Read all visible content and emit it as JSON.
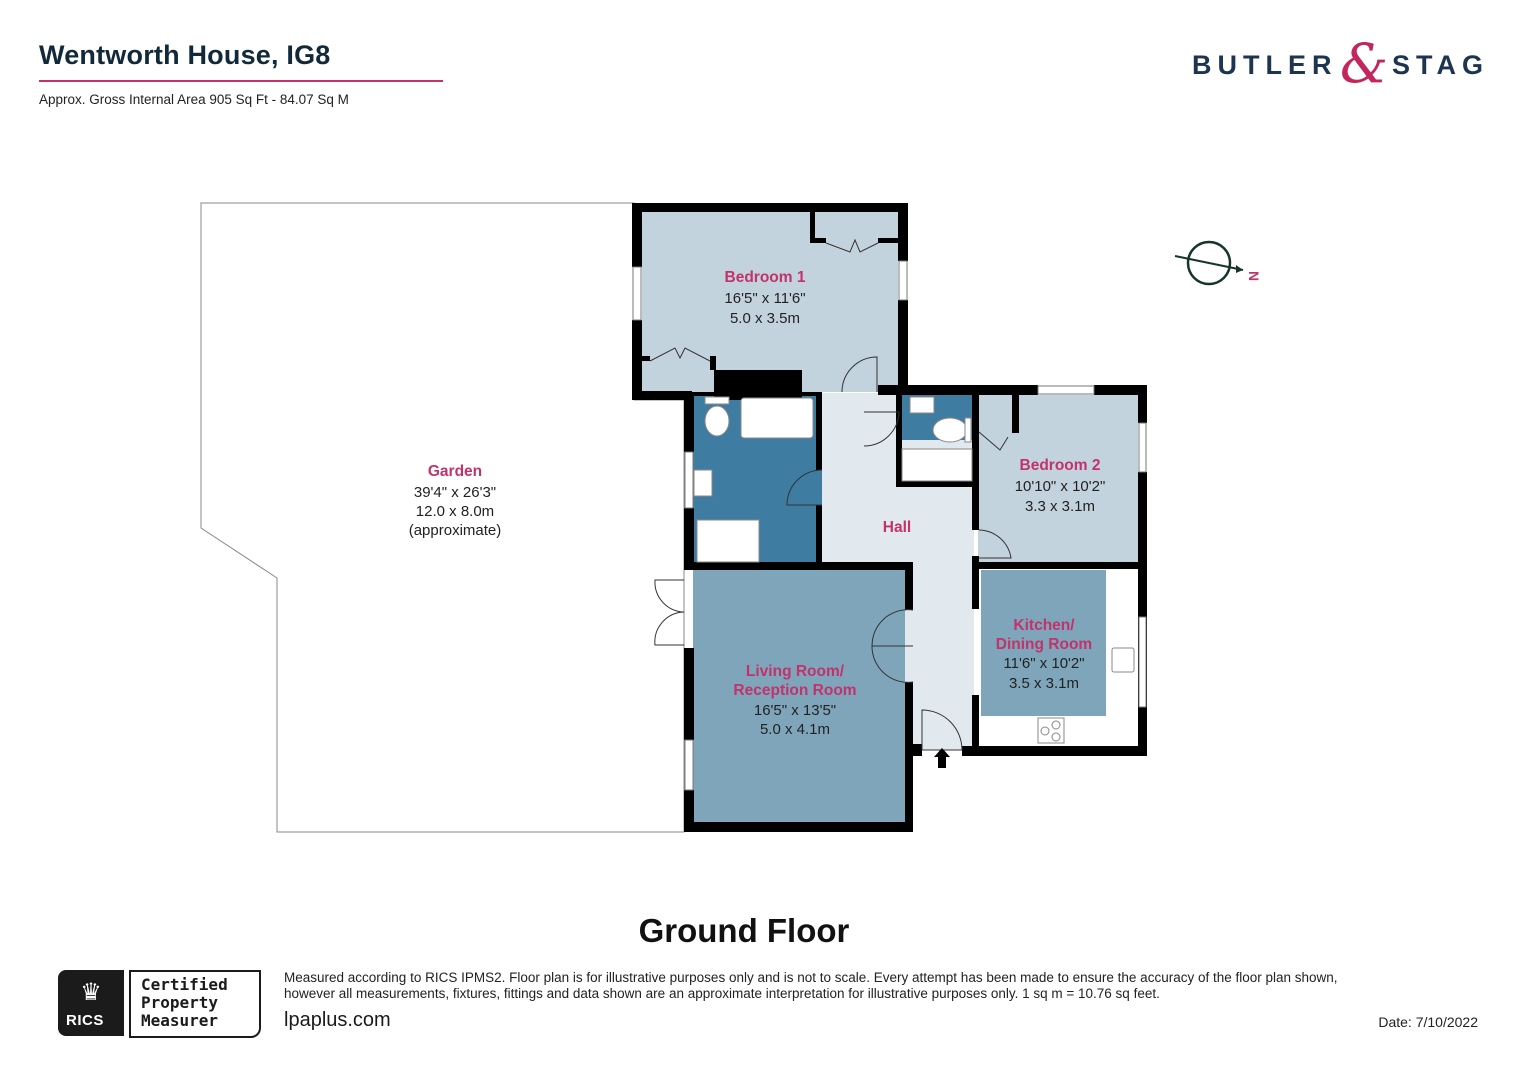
{
  "header": {
    "title": "Wentworth House, IG8",
    "subtitle": "Approx. Gross Internal Area 905 Sq Ft - 84.07 Sq M"
  },
  "brand": {
    "word1": "BUTLER",
    "ampersand": "&",
    "word2": "STAG",
    "colors": {
      "text": "#1d3550",
      "accent": "#c2265c"
    }
  },
  "compass": {
    "label": "N"
  },
  "plan": {
    "floor_label": "Ground Floor",
    "colors": {
      "wall": "#000000",
      "bedroom": "#c3d3dd",
      "bathroom": "#3f7ca1",
      "hall": "#e1e9ef",
      "living": "#7fa5bb",
      "label": "#c2326b"
    },
    "rooms": [
      {
        "id": "bedroom1",
        "name": "Bedroom 1",
        "imperial": "16'5\" x 11'6\"",
        "metric": "5.0 x 3.5m"
      },
      {
        "id": "bedroom2",
        "name": "Bedroom 2",
        "imperial": "10'10\" x 10'2\"",
        "metric": "3.3 x 3.1m"
      },
      {
        "id": "hall",
        "name": "Hall"
      },
      {
        "id": "kitchen",
        "name_line1": "Kitchen/",
        "name_line2": "Dining Room",
        "imperial": "11'6\" x 10'2\"",
        "metric": "3.5 x 3.1m"
      },
      {
        "id": "living",
        "name_line1": "Living Room/",
        "name_line2": "Reception Room",
        "imperial": "16'5\" x 13'5\"",
        "metric": "5.0 x 4.1m"
      },
      {
        "id": "garden",
        "name": "Garden",
        "imperial": "39'4\" x 26'3\"",
        "metric": "12.0 x 8.0m",
        "note": "(approximate)"
      }
    ]
  },
  "footer": {
    "rics_label": "RICS",
    "cert_line1": "Certified",
    "cert_line2": "Property",
    "cert_line3": "Measurer",
    "disclaimer_line1": "Measured according to RICS IPMS2. Floor plan is for illustrative purposes only and is not to scale. Every attempt has been made to ensure the accuracy of the floor plan shown,",
    "disclaimer_line2": "however all measurements, fixtures, fittings and data shown are an approximate interpretation for illustrative purposes only. 1 sq m = 10.76 sq feet.",
    "website": "lpaplus.com",
    "date": "Date: 7/10/2022"
  }
}
